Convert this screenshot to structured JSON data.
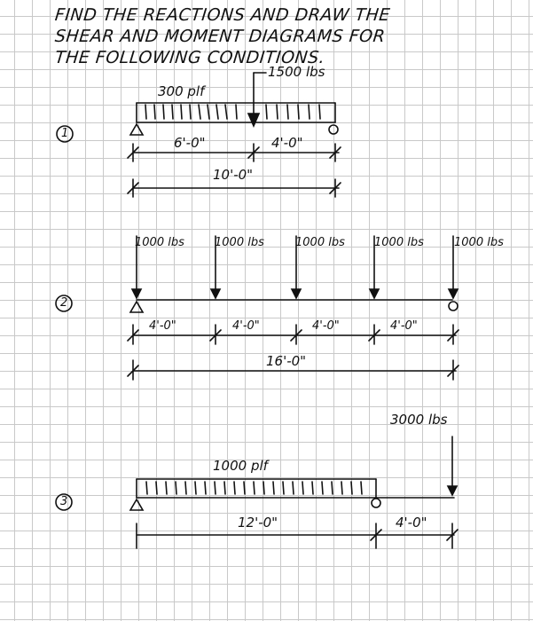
{
  "title": {
    "lines": [
      "FIND THE REACTIONS AND DRAW THE",
      "SHEAR AND MOMENT DIAGRAMS FOR",
      "THE FOLLOWING CONDITIONS."
    ]
  },
  "problem1": {
    "number": "1",
    "point_load": "1500 lbs",
    "distributed_load": "300 plf",
    "dim_left": "6'-0\"",
    "dim_right": "4'-0\"",
    "dim_total": "10'-0\""
  },
  "problem2": {
    "number": "2",
    "loads": [
      "1000 lbs",
      "1000 lbs",
      "1000 lbs",
      "1000 lbs",
      "1000 lbs"
    ],
    "spans": [
      "4'-0\"",
      "4'-0\"",
      "4'-0\"",
      "4'-0\""
    ],
    "dim_total": "16'-0\""
  },
  "problem3": {
    "number": "3",
    "distributed_load": "1000 plf",
    "point_load": "3000 lbs",
    "dim_span": "12'-0\"",
    "dim_overhang": "4'-0\""
  },
  "colors": {
    "ink": "#111111",
    "grid": "#c9c9c9",
    "paper": "#ffffff"
  }
}
